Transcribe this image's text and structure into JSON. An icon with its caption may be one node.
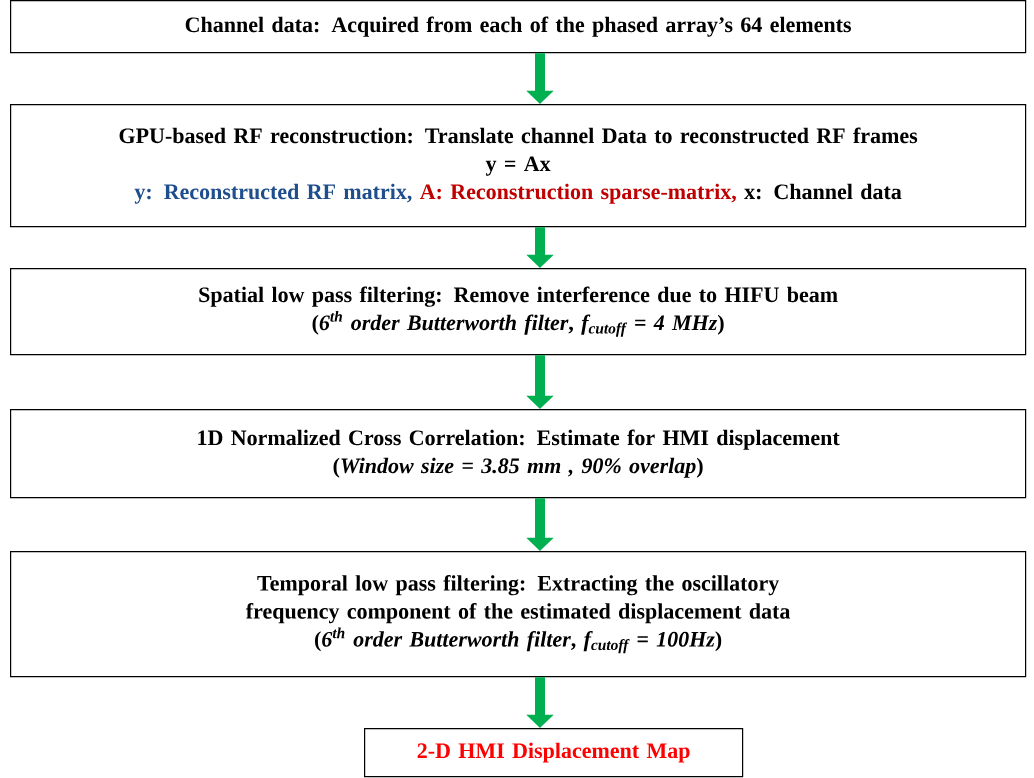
{
  "diagram": {
    "nodes": [
      {
        "text": [
          "Channel data:  Acquired from each of the phased array’s 64 elements"
        ]
      },
      {
        "text": [
          "GPU-based RF reconstruction:  Translate channel Data to reconstructed RF frames",
          "y = Ax",
          "y:  Reconstructed RF matrix,",
          "A:  Reconstruction sparse-matrix,",
          "x:  Channel data"
        ]
      },
      {
        "text": [
          "Spatial low pass filtering:  Remove interference due to HIFU beam",
          "(*6$^{th}$ order Butterworth filter*, *f$_{cutoff}$ = 4 MHz*)"
        ]
      },
      {
        "text": [
          "1D Normalized Cross Correlation:  Estimate for HMI displacement",
          "(*Window size = 3.85 mm , 90% overlap*)"
        ]
      },
      {
        "text": [
          "Temporal low pass filtering:  Extracting the oscillatory frequency component of the estimated displacement data",
          "(*6$^{th}$ order Butterworth filter*, *f$_{cutoff}$ = 100Hz*)"
        ]
      },
      {
        "text": [
          "2-D HMI Displacement Map"
        ]
      }
    ],
    "edges": [
      {
        "from": 0,
        "to": 1,
        "arrow": "to"
      },
      {
        "from": 1,
        "to": 2,
        "arrow": "to"
      },
      {
        "from": 2,
        "to": 3,
        "arrow": "to"
      },
      {
        "from": 3,
        "to": 4,
        "arrow": "to"
      },
      {
        "from": 4,
        "to": 5,
        "arrow": "to"
      }
    ]
  }
}
